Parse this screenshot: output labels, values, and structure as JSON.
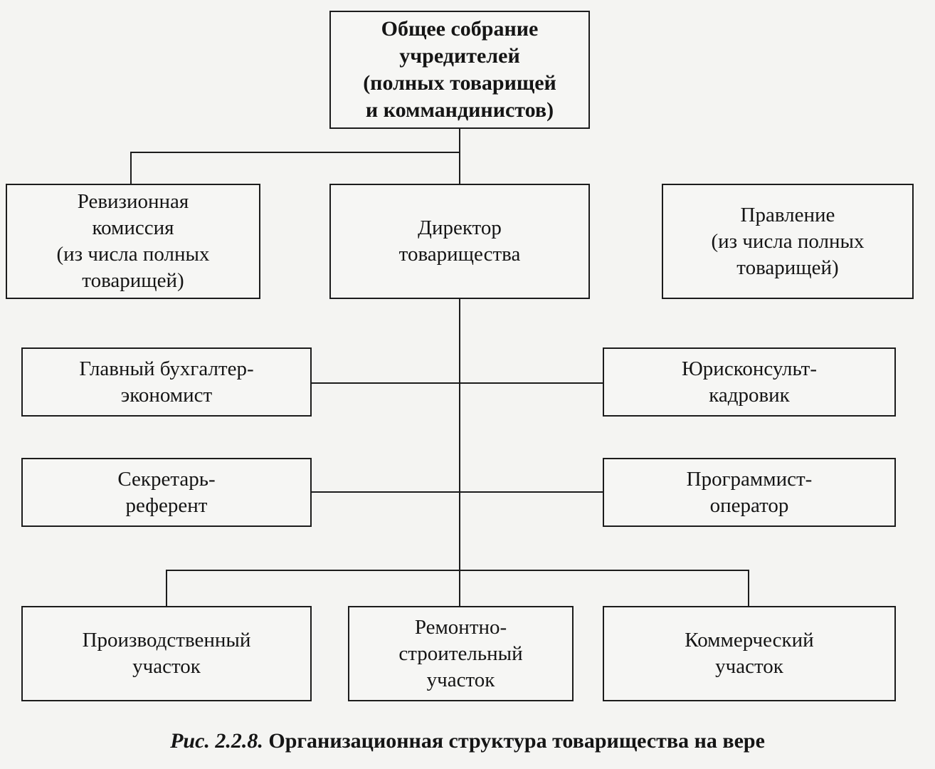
{
  "nodes": {
    "general_meeting": "Общее собрание\nучредителей\n(полных товарищей\nи коммандинистов)",
    "audit_commission": "Ревизионная\nкомиссия\n(из числа полных\nтоварищей)",
    "director": "Директор\nтоварищества",
    "board": "Правление\n(из числа полных\nтоварищей)",
    "chief_accountant": "Главный бухгалтер-\nэкономист",
    "legal_hr": "Юрисконсульт-\nкадровик",
    "secretary": "Секретарь-\nреферент",
    "programmer": "Программист-\nоператор",
    "production": "Производственный\nучасток",
    "repair": "Ремонтно-\nстроительный\nучасток",
    "commercial": "Коммерческий\nучасток"
  },
  "caption": {
    "ref": "Рис. 2.2.8.",
    "text": "Организационная структура товарищества на вере"
  }
}
